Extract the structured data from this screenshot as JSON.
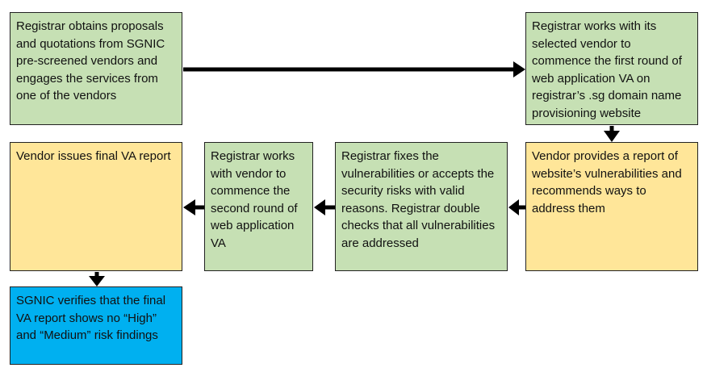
{
  "steps": {
    "s1": "Registrar obtains proposals and  quotations from SGNIC pre-screened vendors and engages the services from one of the vendors",
    "s2": "Registrar works with its selected vendor to commence the first round of web application VA on registrar’s .sg domain name provisioning website",
    "s3": "Vendor provides a report of website’s vulnerabilities and recommends ways to address them",
    "s4": "Registrar fixes the vulnerabilities or accepts the security risks with valid reasons.  Registrar double checks that all vulnerabilities are addressed",
    "s5": "Registrar works with vendor to commence the second round of web application VA",
    "s6": "Vendor issues final VA report",
    "s7": "SGNIC verifies that the final VA report shows no “High” and “Medium” risk findings"
  },
  "colors": {
    "green": "#c6e0b4",
    "yellow": "#ffe699",
    "blue": "#00b0f0",
    "arrow": "#000000"
  }
}
